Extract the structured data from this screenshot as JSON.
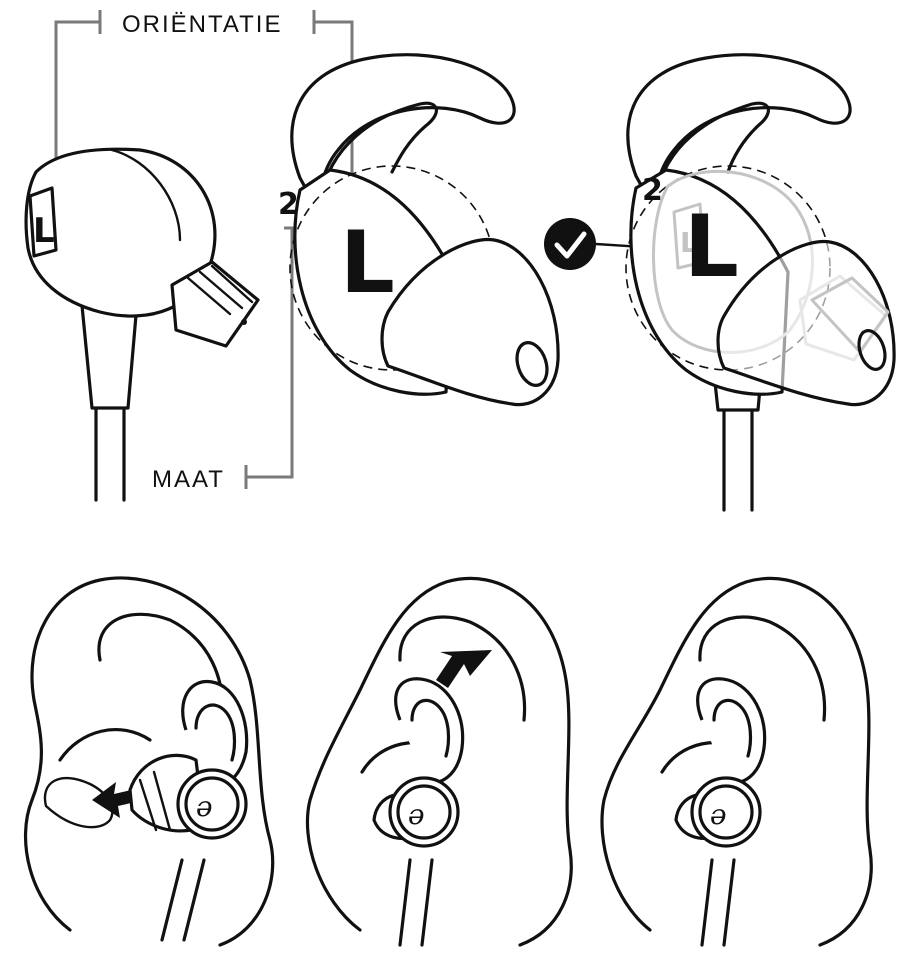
{
  "labels": {
    "orientation": "ORIËNTATIE",
    "size": "MAAT"
  },
  "tip": {
    "size_number": "2",
    "orientation_letter": "L"
  },
  "icons": {
    "check": "checkmark-circle-icon",
    "arrow": "arrow-icon",
    "logo": "jaybird-logo-icon"
  },
  "colors": {
    "line": "#111111",
    "callout": "#7a7a7a",
    "ghost": "#c4c4c4"
  }
}
